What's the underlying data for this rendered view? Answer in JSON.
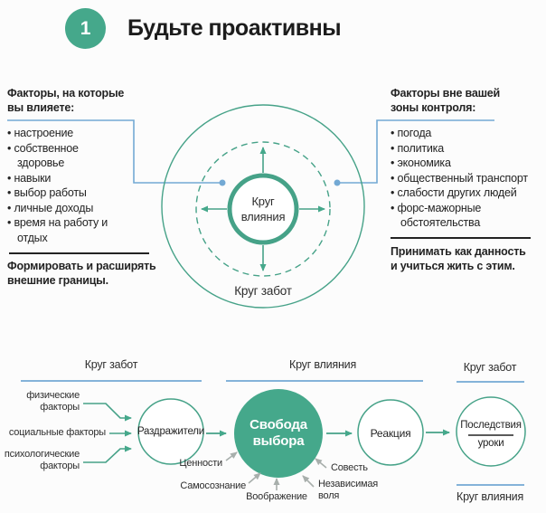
{
  "header": {
    "badge": "1",
    "title": "Будьте проактивны"
  },
  "left_panel": {
    "heading": "Факторы, на которые вы влияете:",
    "items": [
      "настроение",
      "собственное здоровье",
      "навыки",
      "выбор работы",
      "личные доходы",
      "время на работу и отдых"
    ],
    "footer": "Формировать и расширять внешние границы."
  },
  "right_panel": {
    "heading": "Факторы вне вашей зоны контроля:",
    "items": [
      "погода",
      "политика",
      "экономика",
      "общественный транспорт",
      "слабости других людей",
      "форс-мажорные обстоятельства"
    ],
    "footer": "Принимать как данность и учиться жить с этим."
  },
  "venn": {
    "inner_label": "Круг влияния",
    "outer_label": "Круг забот"
  },
  "flow": {
    "top_labels": [
      "Круг забот",
      "Круг влияния",
      "Круг забот"
    ],
    "bottom_label": "Круг влияния",
    "inputs": [
      "физические факторы",
      "социальные факторы",
      "психологические факторы"
    ],
    "nodes": {
      "stimuli": "Раздражители",
      "freedom": "Свобода выбора",
      "reaction": "Реакция",
      "consequences": "Последствия",
      "lessons": "уроки"
    },
    "qualities": [
      "Ценности",
      "Самосознание",
      "Воображение",
      "Независимая воля",
      "Совесть"
    ]
  },
  "colors": {
    "green": "#46a288",
    "green_fill": "#45a88b",
    "blue": "#73a9d4",
    "ink": "#232323",
    "gray": "#a8afac"
  }
}
